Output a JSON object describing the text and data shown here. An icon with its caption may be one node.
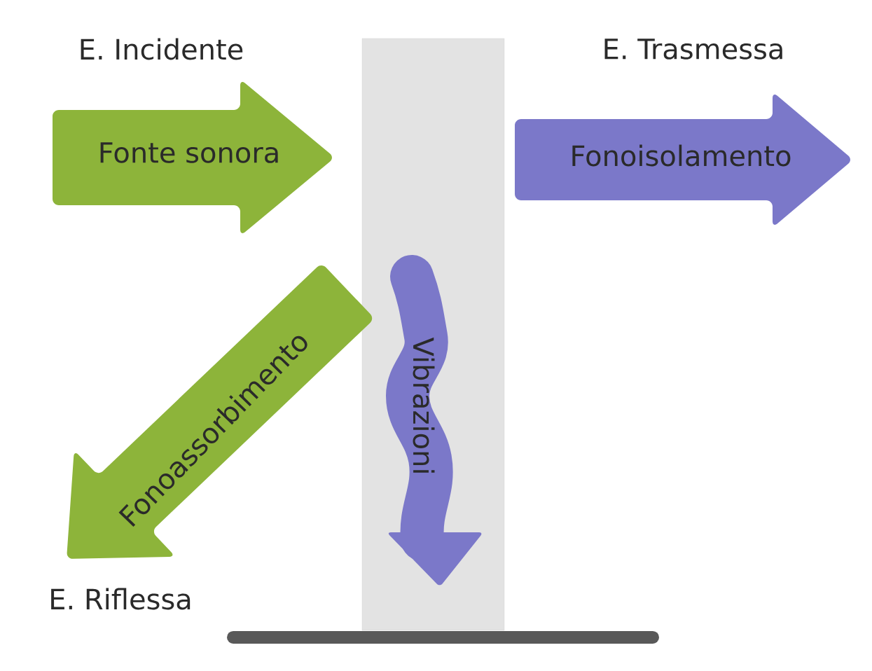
{
  "diagram": {
    "nodes": [
      {
        "text": [
          "Fonte sonora"
        ],
        "beside": [
          "E. Incidente"
        ]
      },
      {
        "text": [
          "Fonoisolamento"
        ],
        "beside": [
          "E. Trasmessa"
        ]
      },
      {
        "text": [
          "Fonoassorbimento"
        ],
        "beside": [
          "E. Riflessa"
        ]
      },
      {
        "text": [
          "Vibrazioni"
        ]
      }
    ]
  }
}
